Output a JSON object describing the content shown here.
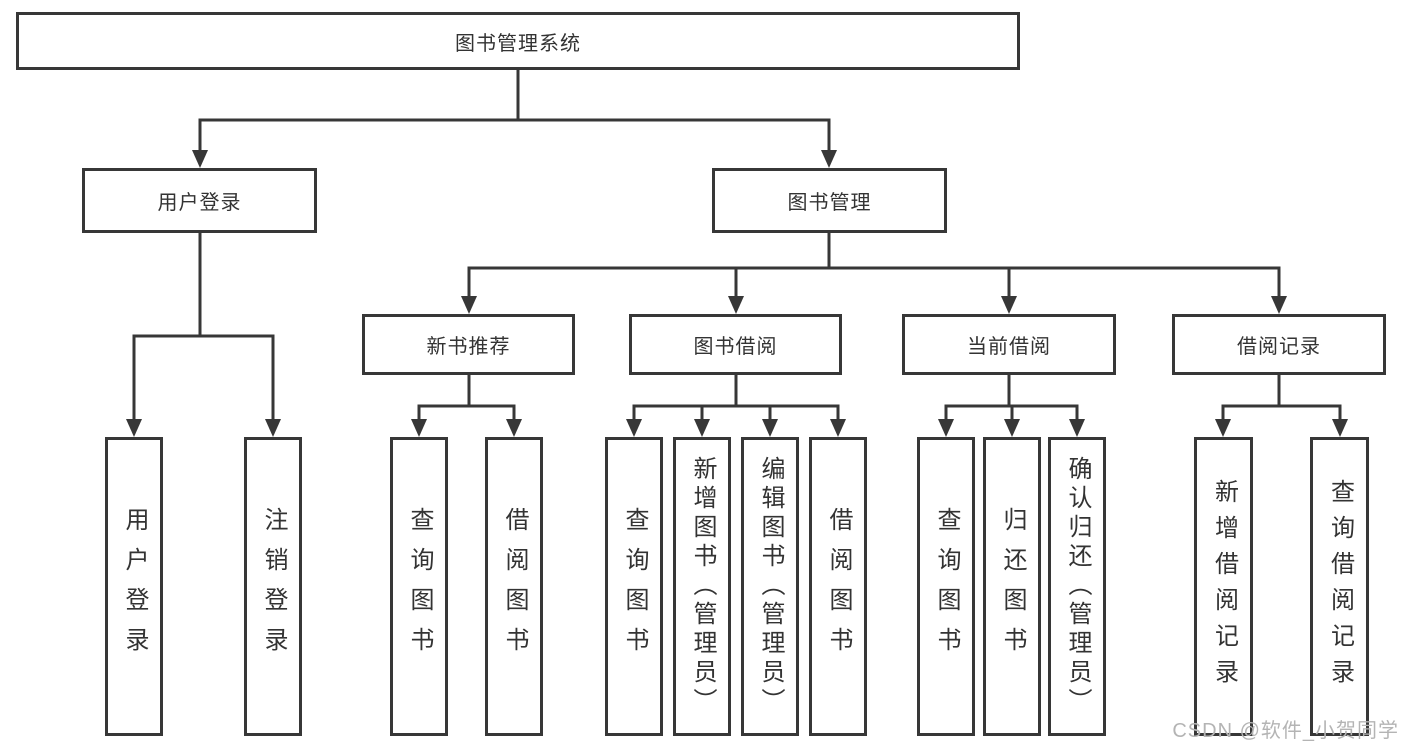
{
  "diagram_type": "hierarchy-tree",
  "colors": {
    "background": "#ffffff",
    "line": "#373737",
    "box_border": "#373737",
    "text": "#333333",
    "watermark": "#b4b4b4"
  },
  "tree": {
    "label": "图书管理系统",
    "children": [
      {
        "label": "用户登录",
        "children": [
          {
            "label": "用户登录"
          },
          {
            "label": "注销登录"
          }
        ]
      },
      {
        "label": "图书管理",
        "children": [
          {
            "label": "新书推荐",
            "children": [
              {
                "label": "查询图书"
              },
              {
                "label": "借阅图书"
              }
            ]
          },
          {
            "label": "图书借阅",
            "children": [
              {
                "label": "查询图书"
              },
              {
                "label": "新增图书（管理员）"
              },
              {
                "label": "编辑图书（管理员）"
              },
              {
                "label": "借阅图书"
              }
            ]
          },
          {
            "label": "当前借阅",
            "children": [
              {
                "label": "查询图书"
              },
              {
                "label": "归还图书"
              },
              {
                "label": "确认归还（管理员）"
              }
            ]
          },
          {
            "label": "借阅记录",
            "children": [
              {
                "label": "新增借阅记录"
              },
              {
                "label": "查询借阅记录"
              }
            ]
          }
        ]
      }
    ]
  },
  "watermark": {
    "text": "CSDN @软件_小贺同学"
  }
}
